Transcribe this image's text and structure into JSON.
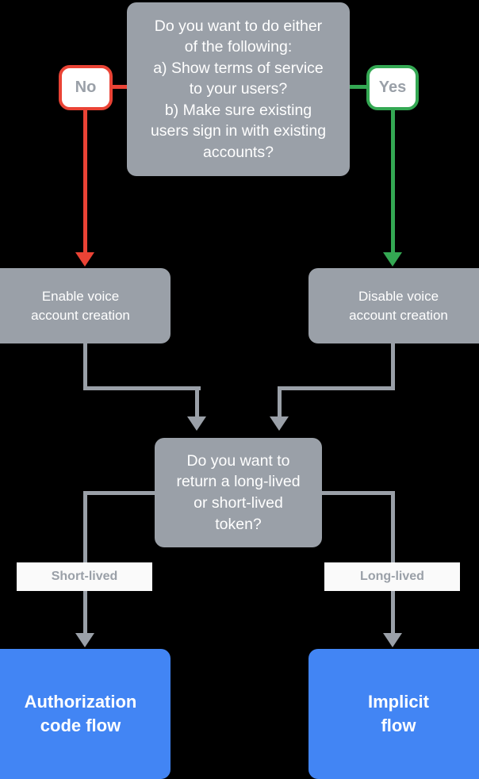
{
  "diagram": {
    "title": "Account linking flow decision chart",
    "background": "#000000",
    "palette": {
      "gray": "#9aa0a8",
      "blue": "#4285f4",
      "red": "#ea4335",
      "green": "#34a853",
      "label_bg": "#fafafa",
      "text_on_fill": "#ffffff"
    },
    "nodes": {
      "decision_top": {
        "text": "Do you want to do either\nof the following:\na) Show terms of service\nto your users?\nb) Make sure existing\nusers sign in with existing\naccounts?",
        "kind": "decision",
        "fill": "#9aa0a8"
      },
      "box_enable": {
        "text": "Enable voice\naccount creation",
        "kind": "process",
        "fill": "#9aa0a8"
      },
      "box_disable": {
        "text": "Disable voice\naccount creation",
        "kind": "process",
        "fill": "#9aa0a8"
      },
      "decision_token": {
        "text": "Do you want to\nreturn a long-lived\nor short-lived\ntoken?",
        "kind": "decision",
        "fill": "#9aa0a8"
      },
      "box_auth": {
        "text": "Authorization\ncode flow",
        "kind": "terminal",
        "fill": "#4285f4"
      },
      "box_implicit": {
        "text": "Implicit\nflow",
        "kind": "terminal",
        "fill": "#4285f4"
      }
    },
    "badges": {
      "no": {
        "label": "No",
        "border": "#ea4335"
      },
      "yes": {
        "label": "Yes",
        "border": "#34a853"
      }
    },
    "edge_labels": {
      "short_lived": "Short-lived",
      "long_lived": "Long-lived"
    },
    "edges": [
      {
        "from": "decision_top",
        "to": "badge_no",
        "label": "No",
        "color": "#ea4335"
      },
      {
        "from": "badge_no",
        "to": "box_enable",
        "label": "",
        "color": "#ea4335"
      },
      {
        "from": "decision_top",
        "to": "badge_yes",
        "label": "Yes",
        "color": "#34a853"
      },
      {
        "from": "badge_yes",
        "to": "box_disable",
        "label": "",
        "color": "#34a853"
      },
      {
        "from": "box_enable",
        "to": "decision_token",
        "label": "",
        "color": "#9aa0a8"
      },
      {
        "from": "box_disable",
        "to": "decision_token",
        "label": "",
        "color": "#9aa0a8"
      },
      {
        "from": "decision_token",
        "to": "box_auth",
        "label": "Short-lived",
        "color": "#9aa0a8"
      },
      {
        "from": "decision_token",
        "to": "box_implicit",
        "label": "Long-lived",
        "color": "#9aa0a8"
      }
    ]
  }
}
